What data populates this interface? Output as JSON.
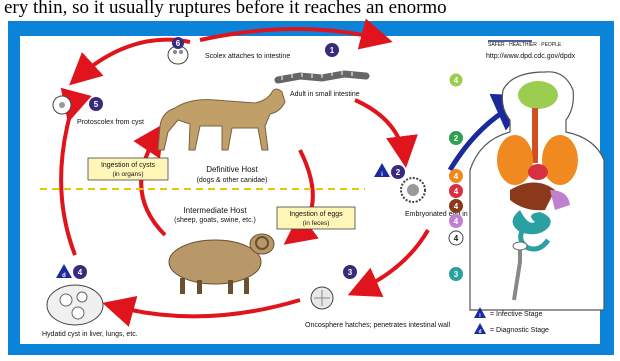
{
  "caption": "ery thin, so it usually ruptures before it reaches an enormo",
  "header": {
    "agency": "SAFER · HEALTHIER · PEOPLE",
    "url": "http://www.dpd.cdc.gov/dpdx"
  },
  "stages": {
    "s1": "Adult in small intestine",
    "s2": "Embryonated egg in feces",
    "s3": "Oncosphere hatches; penetrates intestinal wall",
    "s4": "Hydatid cyst in liver, lungs, etc.",
    "s5": "Protoscolex from cyst",
    "s6": "Scolex attaches to intestine"
  },
  "hosts": {
    "definitive": "Definitive Host",
    "definitive_sub": "(dogs & other canidae)",
    "intermediate": "Intermediate Host",
    "intermediate_sub": "(sheep, goats, swine, etc.)"
  },
  "ingestion": {
    "cysts": "Ingestion of cysts",
    "cysts_sub": "(in organs)",
    "eggs": "Ingestion of eggs",
    "eggs_sub": "(in feces)"
  },
  "markers": {
    "n1": "1",
    "n2": "2",
    "n3": "3",
    "n4": "4",
    "n5": "5",
    "n6": "6",
    "i": "i",
    "d": "d"
  },
  "legend": {
    "infective": "= Infective Stage",
    "diagnostic": "= Diagnostic Stage"
  },
  "colors": {
    "frame": "#0a83d8",
    "arrow": "#e0141c",
    "blue_arrow": "#1a2a9c",
    "marker": "#3a2a7c",
    "box": "#fff6b8",
    "divider": "#e8c800"
  }
}
